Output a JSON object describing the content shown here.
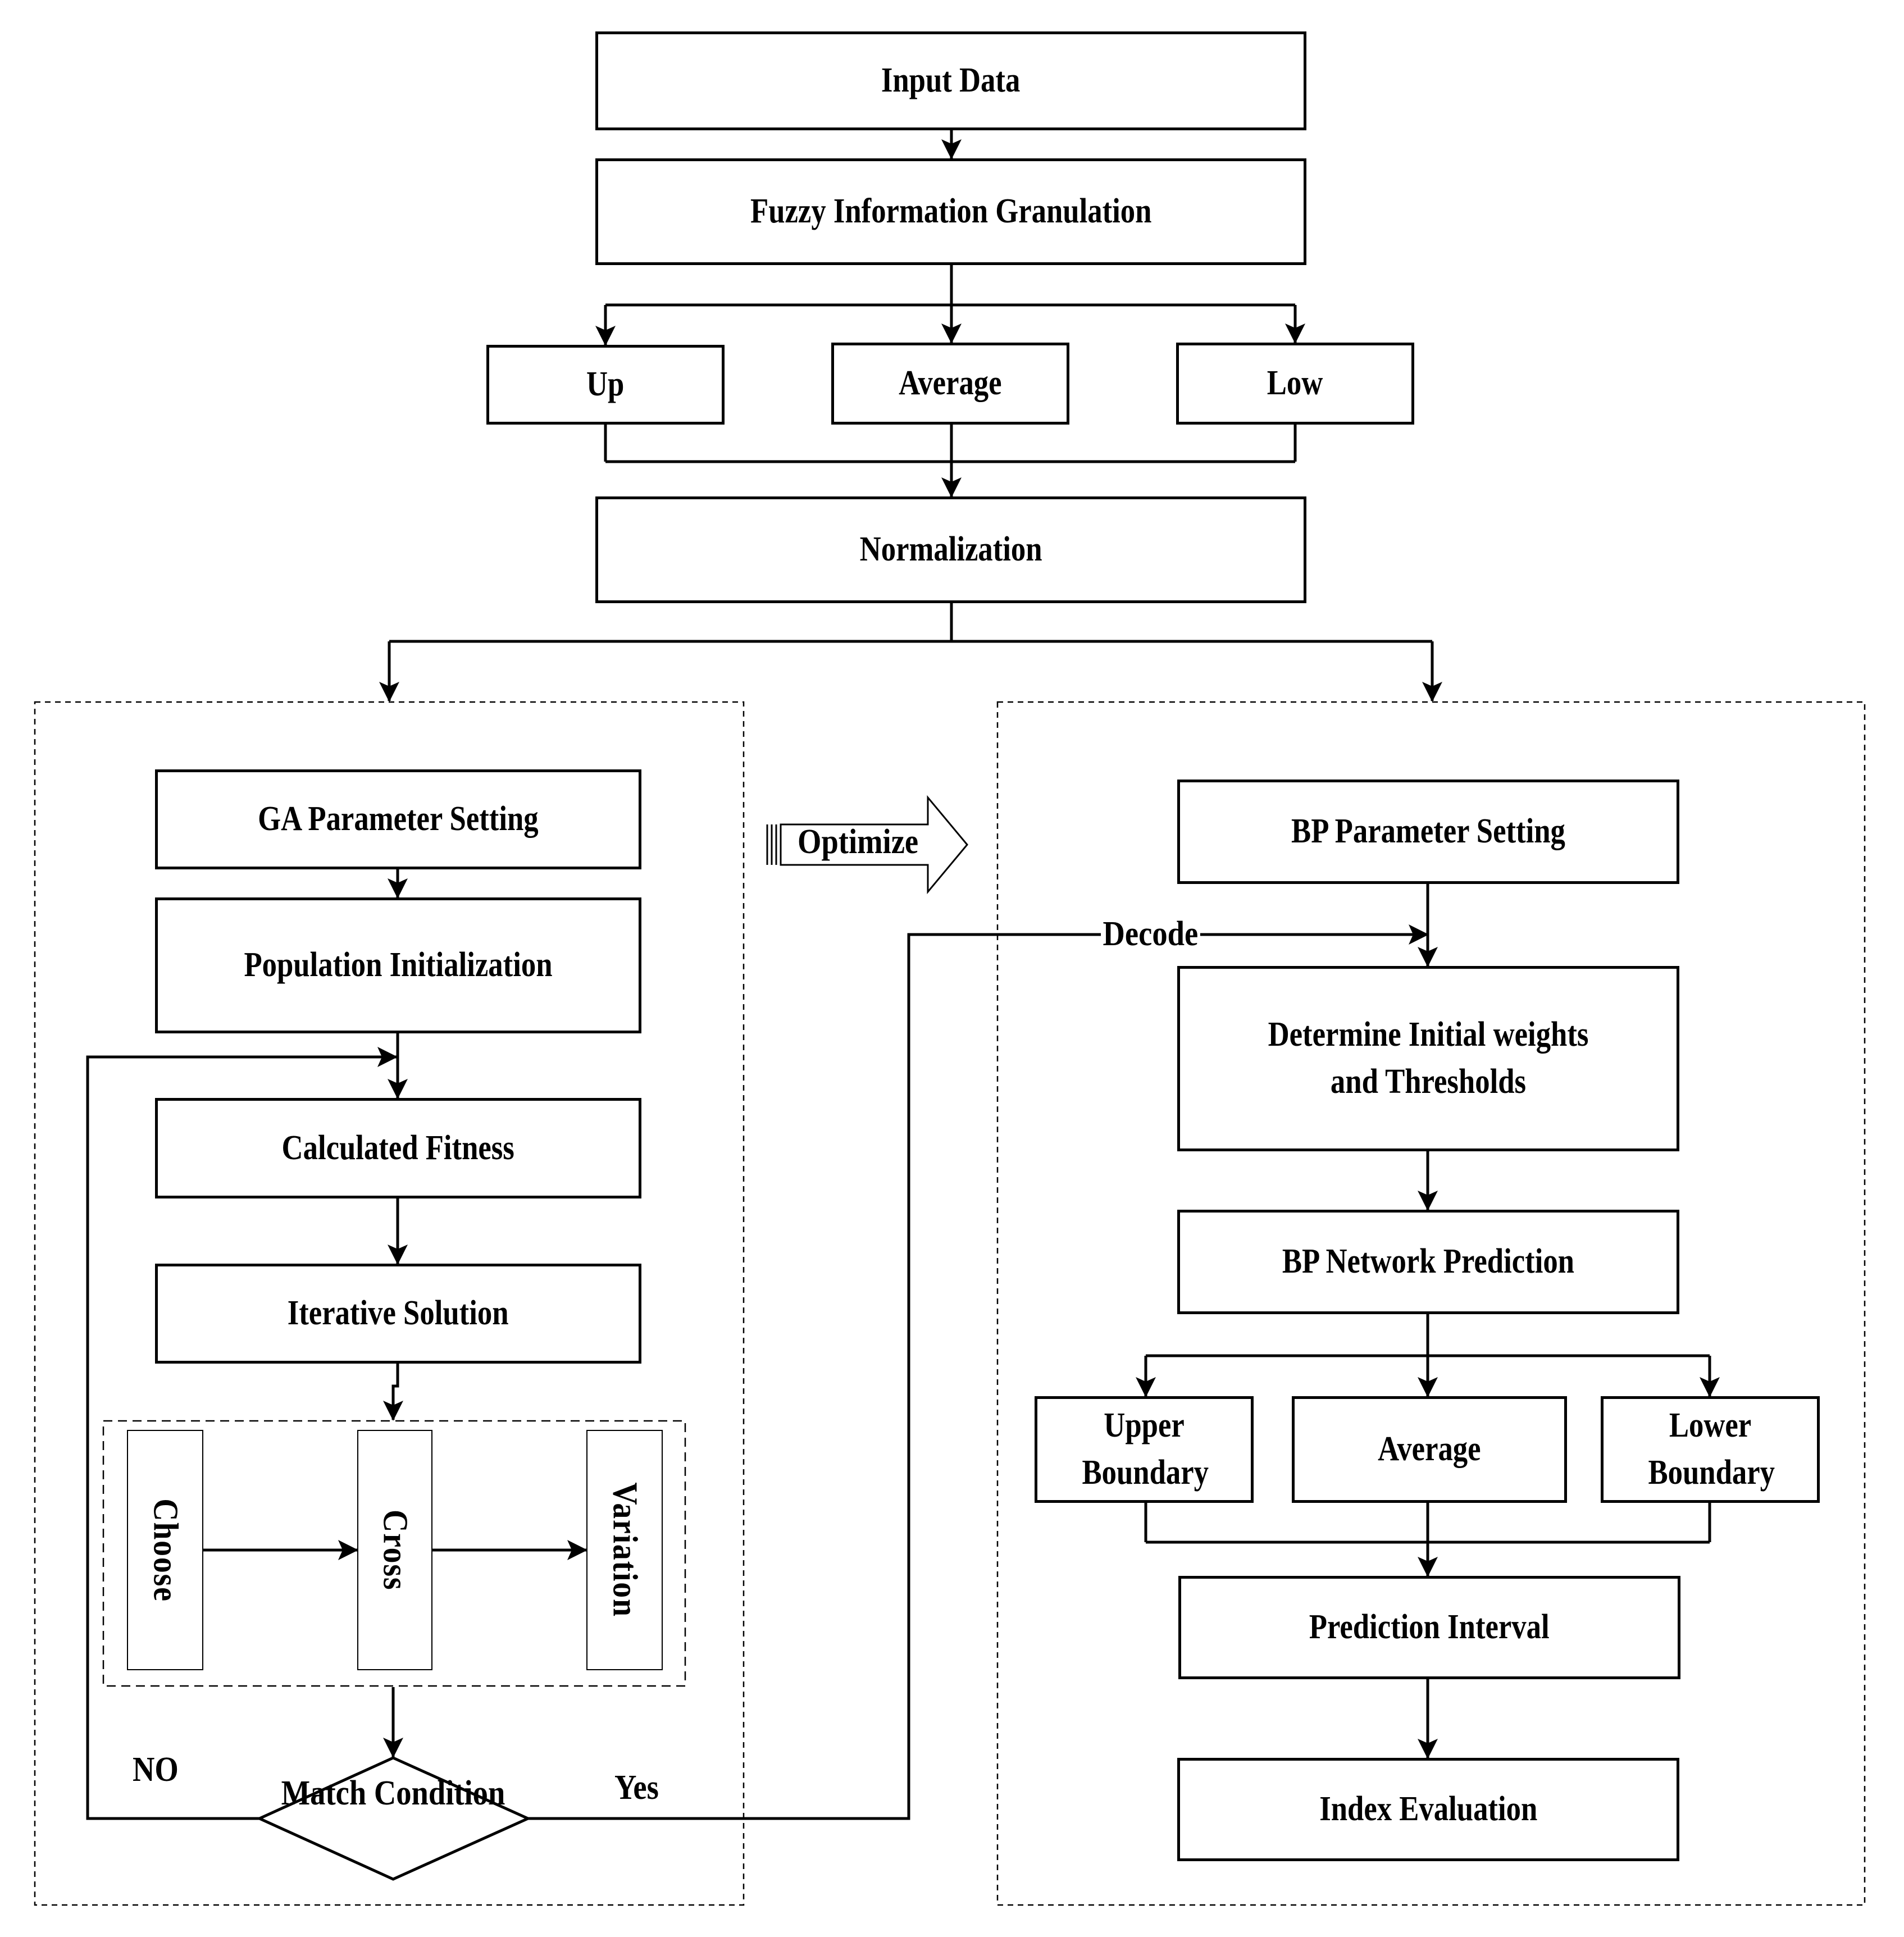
{
  "top": {
    "input_data": "Input Data",
    "fuzzy": "Fuzzy Information Granulation",
    "up": "Up",
    "average": "Average",
    "low": "Low",
    "normalization": "Normalization"
  },
  "ga": {
    "param": "GA Parameter Setting",
    "population": "Population Initialization",
    "fitness": "Calculated Fitness",
    "iterative": "Iterative Solution",
    "choose": "Choose",
    "cross": "Cross",
    "variation": "Variation",
    "match": "Match Condition",
    "no": "NO",
    "yes": "Yes"
  },
  "optimize": "Optimize",
  "decode": "Decode",
  "bp": {
    "param": "BP Parameter Setting",
    "weights": "Determine Initial weights and Thresholds",
    "prediction": "BP Network Prediction",
    "upper": "Upper Boundary",
    "average": "Average",
    "lower": "Lower Boundary",
    "interval": "Prediction Interval",
    "index": "Index Evaluation"
  }
}
